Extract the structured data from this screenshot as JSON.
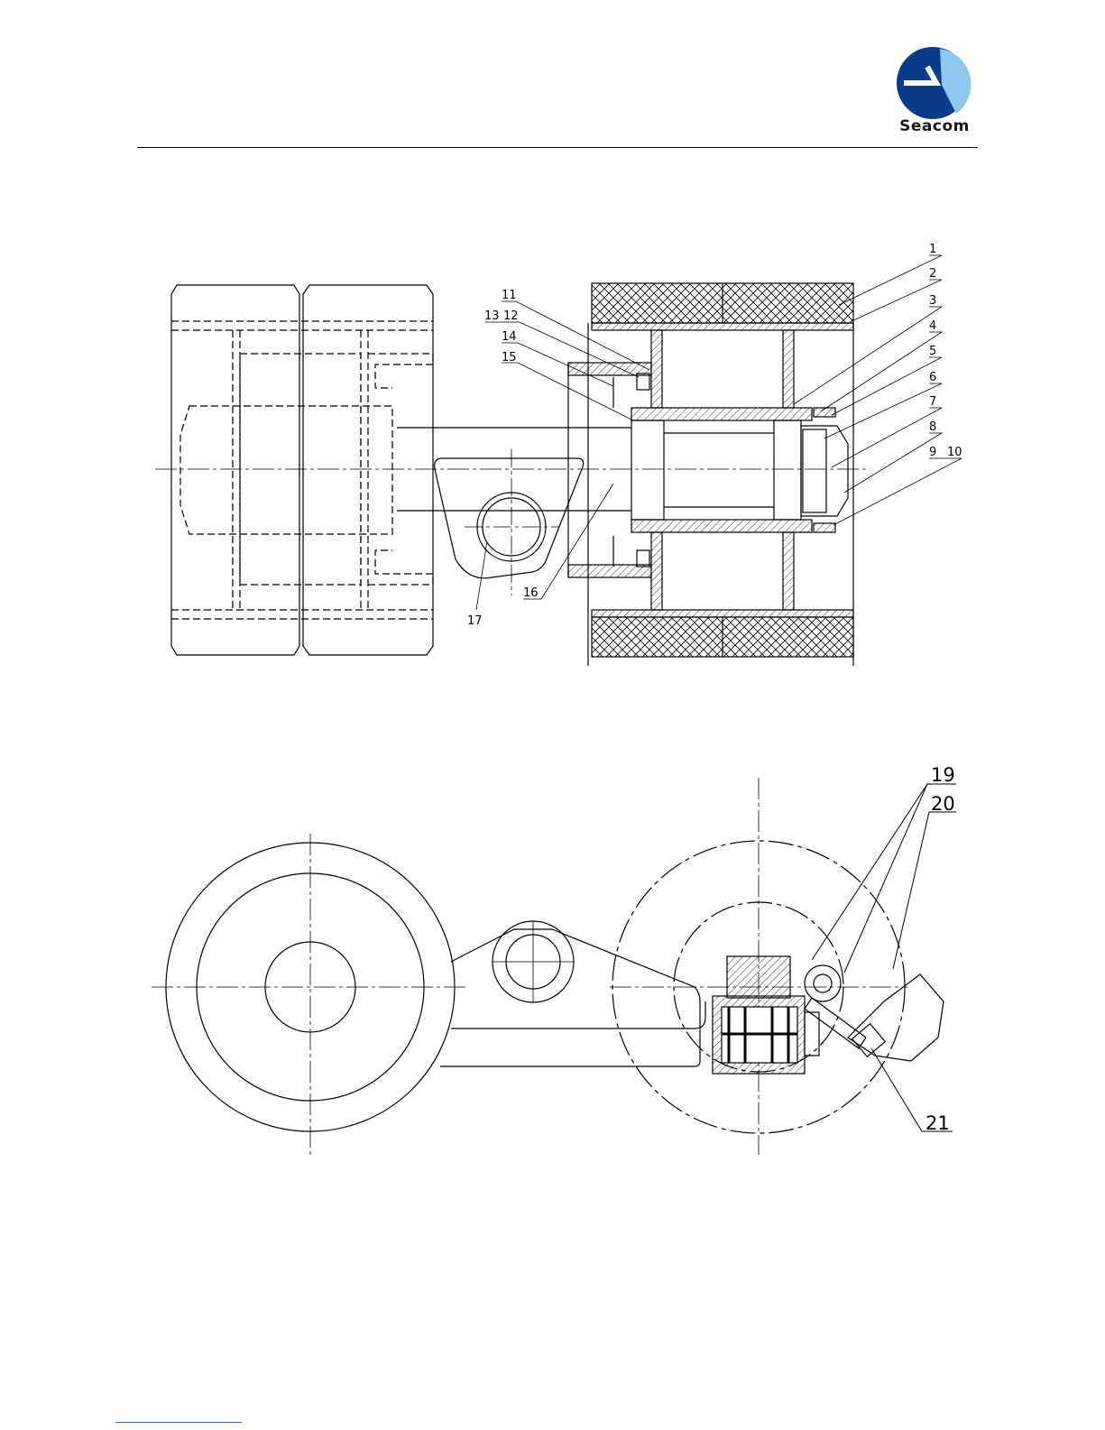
{
  "logo": {
    "text": "Seacom",
    "colors": {
      "dark": "#0a3c8c",
      "light": "#8fc8ee"
    }
  },
  "top_view_labels": [
    "1",
    "2",
    "3",
    "4",
    "5",
    "6",
    "7",
    "8",
    "9",
    "10",
    "11",
    "12",
    "13",
    "14",
    "15",
    "16",
    "17"
  ],
  "side_view_labels": [
    "19",
    "20",
    "21"
  ]
}
